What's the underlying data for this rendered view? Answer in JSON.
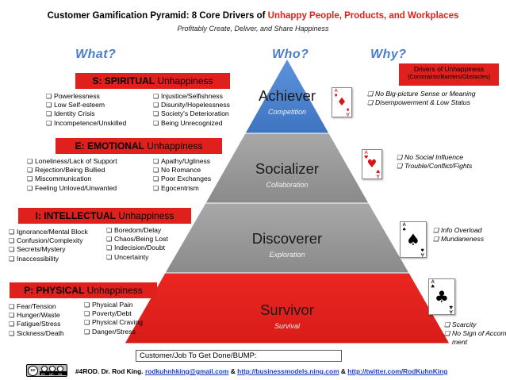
{
  "title": {
    "prefix": "Customer Gamification Pyramid:",
    "highlight": "8 Core Drivers of",
    "red": "Unhappy People, Products, and",
    "red_end": "Workplaces"
  },
  "subtitle": "Profitably Create, Deliver, and Share Happiness",
  "headers": {
    "what": "What?",
    "who": "Who?",
    "why": "Why?"
  },
  "drivers_box": {
    "line1": "Drivers of Unhappiness",
    "line2": "(Constraints/Barriers/Obstacles)"
  },
  "levels": [
    {
      "name": "Achiever",
      "sub": "Competition"
    },
    {
      "name": "Socializer",
      "sub": "Collaboration"
    },
    {
      "name": "Discoverer",
      "sub": "Exploration"
    },
    {
      "name": "Survivor",
      "sub": "Survival"
    }
  ],
  "categories": [
    {
      "letter": "S: SPIRITUAL",
      "rest": "Unhappiness",
      "col1": [
        "Powerlessness",
        "Low Self-esteem",
        "Identity Crisis",
        "Incompetence/Unskilled"
      ],
      "col2": [
        "Injustice/Selfishness",
        "Disunity/Hopelessness",
        "Society's Deterioration",
        "Being Unrecognized"
      ]
    },
    {
      "letter": "E: EMOTIONAL",
      "rest": "Unhappiness",
      "col1": [
        "Loneliness/Lack of Support",
        "Rejection/Being Bullied",
        "Miscommunication",
        "Feeling Unloved/Unwanted"
      ],
      "col2": [
        "Apathy/Ugliness",
        "No Romance",
        "Poor Exchanges",
        "Egocentrism"
      ]
    },
    {
      "letter": "I: INTELLECTUAL",
      "rest": "Unhappiness",
      "col1": [
        "Ignorance/Mental Block",
        "Confusion/Complexity",
        "Secrets/Mystery",
        "Inaccessibility"
      ],
      "col2": [
        "Boredom/Delay",
        "Chaos/Being Lost",
        "Indecision/Doubt",
        "Uncertainty"
      ]
    },
    {
      "letter": "P: PHYSICAL",
      "rest": "Unhappiness",
      "col1": [
        "Fear/Tension",
        "Hunger/Waste",
        "Fatigue/Stress",
        "Sickness/Death"
      ],
      "col2": [
        "Physical Pain",
        "Poverty/Debt",
        "Physical Craving",
        "Danger/Stress"
      ]
    }
  ],
  "why_items": [
    [
      "No Big-picture Sense or Meaning",
      "Disempowerment & Low Status"
    ],
    [
      "No Social Influence",
      "Trouble/Conflict/Fights"
    ],
    [
      "Info Overload",
      "Mundaneness"
    ],
    [
      "Scarcity",
      "No Sign of Accomplish-",
      "ment"
    ]
  ],
  "cards": [
    {
      "rank": "A",
      "suit": "♦",
      "icon": "ace-of-diamonds-card"
    },
    {
      "rank": "A",
      "suit": "♥",
      "icon": "ace-of-hearts-card"
    },
    {
      "rank": "A",
      "suit": "♠",
      "icon": "ace-of-spades-card"
    },
    {
      "rank": "A",
      "suit": "♣",
      "icon": "ace-of-clubs-card"
    }
  ],
  "bump": "Customer/Job To Get Done/BUMP:",
  "footer": {
    "prefix": "#4ROD. Dr. Rod King.",
    "email": "rodkuhnhking@gmail.com",
    "amp1": "&",
    "site": "http://businessmodels.ning.com",
    "amp2": "&",
    "twitter": "http://twitter.com/RodKuhnKing"
  },
  "license": {
    "cc": "cc",
    "by": "BY",
    "nc": "NC",
    "sa": "SA"
  },
  "colors": {
    "red": "#e0201c",
    "blue": "#4a7ec8",
    "pyramid_top": "#5b8fd6",
    "pyramid_mid": "#9a9a9a"
  }
}
